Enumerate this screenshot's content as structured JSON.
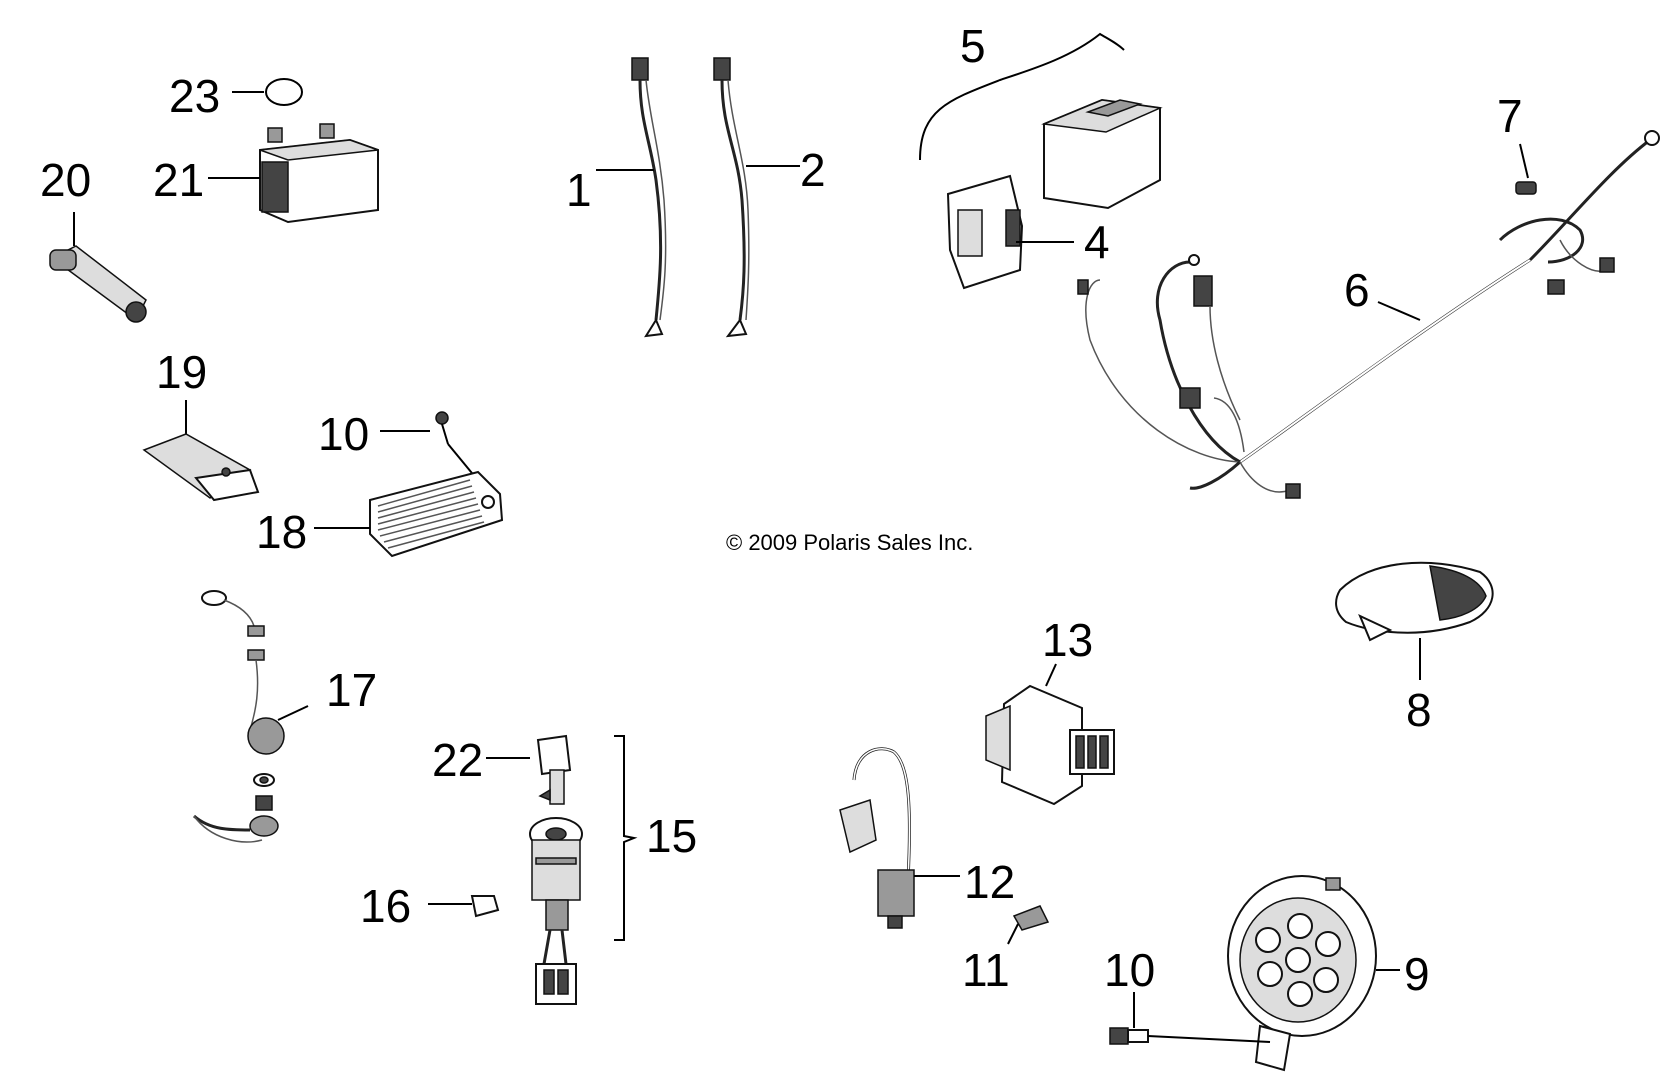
{
  "copyright": "© 2009 Polaris Sales Inc.",
  "callouts": {
    "c1": "1",
    "c2": "2",
    "c4": "4",
    "c5": "5",
    "c6": "6",
    "c7": "7",
    "c8": "8",
    "c9": "9",
    "c10a": "10",
    "c10b": "10",
    "c11": "11",
    "c12": "12",
    "c13": "13",
    "c15": "15",
    "c16": "16",
    "c17": "17",
    "c18": "18",
    "c19": "19",
    "c20": "20",
    "c21": "21",
    "c22": "22",
    "c23": "23"
  }
}
